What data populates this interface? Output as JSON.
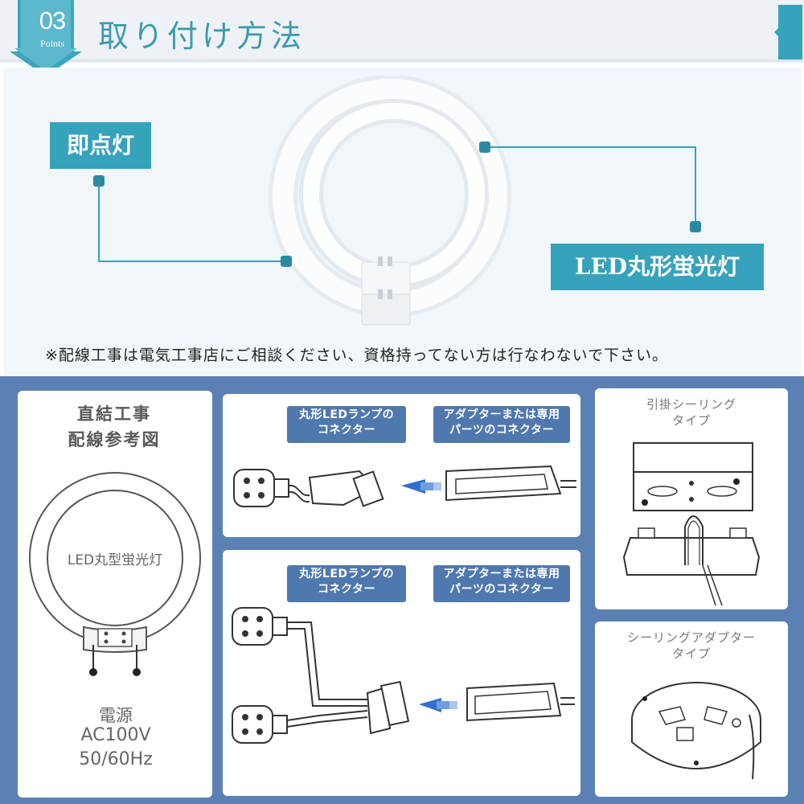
{
  "header": {
    "badge_number": "03",
    "badge_label": "Points",
    "title": "取り付け方法"
  },
  "photo": {
    "tag_instant": "即点灯",
    "tag_led": "LED丸形蛍光灯",
    "notice": "※配線工事は電気工事店にご相談ください、資格持ってない方は行なわないで下さい。"
  },
  "wiring": {
    "title_line1": "直結工事",
    "title_line2": "配線参考図",
    "ring_label": "LED丸型蛍光灯",
    "power_line1": "電源",
    "power_line2": "AC100V",
    "power_line3": "50/60Hz"
  },
  "connector_top": {
    "lamp_label_line1": "丸形LEDランプの",
    "lamp_label_line2": "コネクター",
    "adapter_label_line1": "アダプターまたは専用",
    "adapter_label_line2": "パーツのコネクター"
  },
  "connector_mid": {
    "lamp_label_line1": "丸形LEDランプの",
    "lamp_label_line2": "コネクター",
    "adapter_label_line1": "アダプターまたは専用",
    "adapter_label_line2": "パーツのコネクター"
  },
  "ceiling": {
    "type1_line1": "引掛シーリング",
    "type1_line2": "タイプ",
    "type2_line1": "シーリングアダプター",
    "type2_line2": "タイプ"
  },
  "colors": {
    "accent": "#36a2bb",
    "diagram_bg": "#5b80b4",
    "pill": "#4f78ae"
  }
}
